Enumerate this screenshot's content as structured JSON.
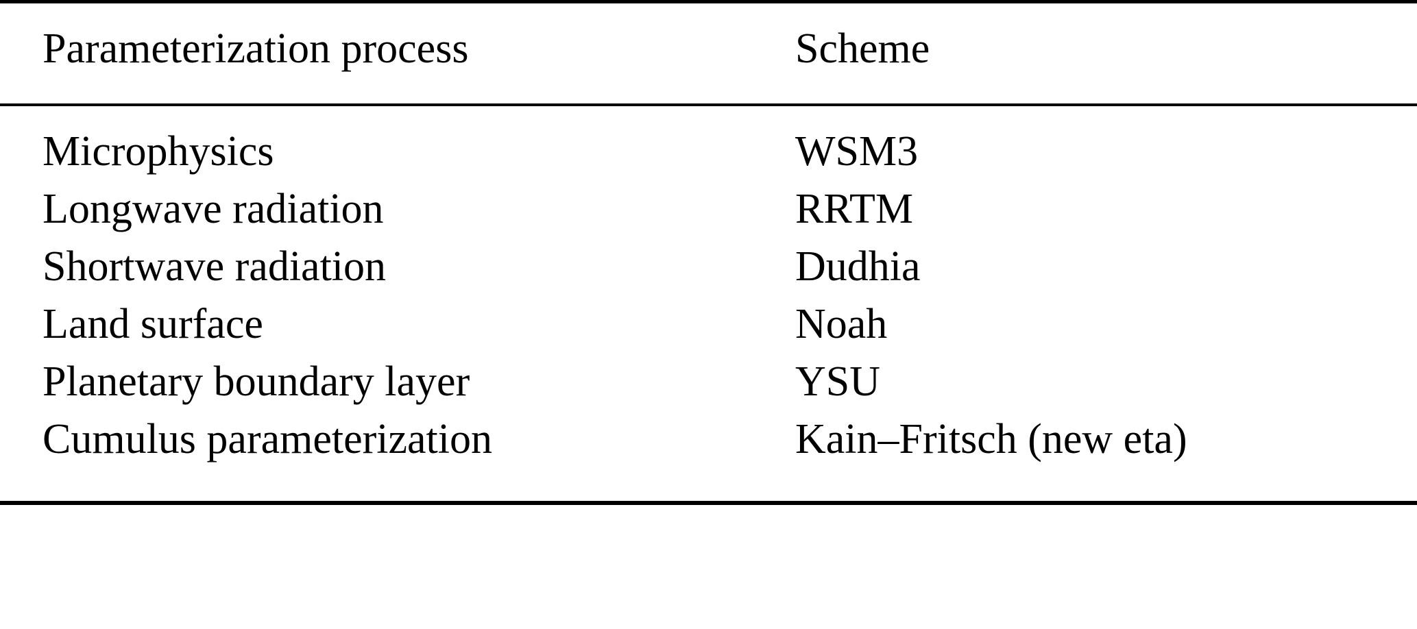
{
  "table": {
    "columns": [
      {
        "key": "process",
        "header": "Parameterization process"
      },
      {
        "key": "scheme",
        "header": "Scheme"
      }
    ],
    "rows": [
      {
        "process": "Microphysics",
        "scheme": "WSM3"
      },
      {
        "process": "Longwave radiation",
        "scheme": "RRTM"
      },
      {
        "process": "Shortwave radiation",
        "scheme": "Dudhia"
      },
      {
        "process": "Land surface",
        "scheme": "Noah"
      },
      {
        "process": "Planetary boundary layer",
        "scheme": "YSU"
      },
      {
        "process": "Cumulus parameterization",
        "scheme": "Kain–Fritsch (new eta)"
      }
    ],
    "style": {
      "text_color": "#000000",
      "background_color": "#ffffff",
      "rule_color": "#000000"
    }
  }
}
